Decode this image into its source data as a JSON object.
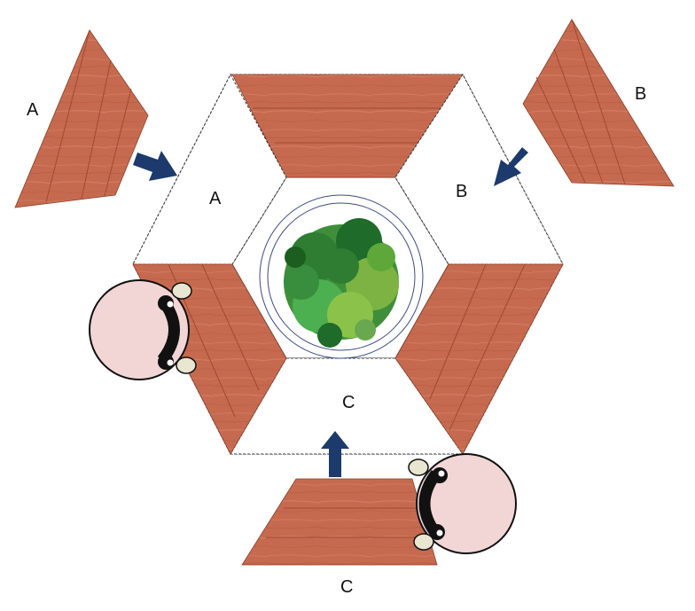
{
  "labels": {
    "piece_a_loose": "A",
    "piece_b_loose": "B",
    "piece_c_loose": "C",
    "slot_a": "A",
    "slot_b": "B",
    "slot_c": "C"
  },
  "colors": {
    "wood": "#c66a4f",
    "wood_grain_dark": "#a0492f",
    "wood_grain_light": "#d9876a",
    "arrow": "#1c3a6b",
    "person_face": "#f2d6d6",
    "person_ear": "#e8e6d0",
    "foliage_dark": "#2e7d32",
    "foliage_light": "#7cb342",
    "ring": "#3b4a8a",
    "outline": "#333333"
  },
  "icons": {
    "arrow_a": "arrow-right-down-icon",
    "arrow_b": "arrow-left-down-icon",
    "arrow_c": "arrow-up-icon",
    "person_left": "person-topdown-icon",
    "person_right": "person-topdown-icon",
    "shrub": "shrub-topdown-icon"
  }
}
